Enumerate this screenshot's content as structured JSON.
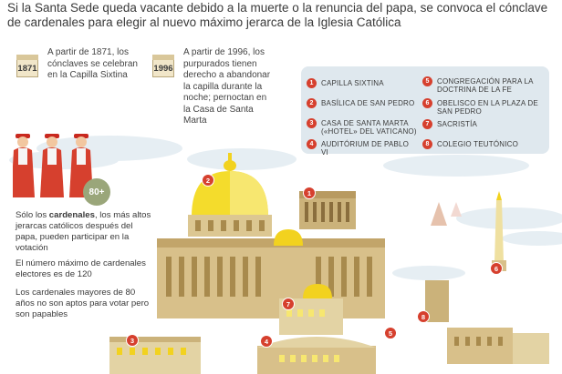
{
  "intro": "Si la Santa Sede queda vacante debido a la muerte o la renuncia del papa, se convoca el cónclave de cardenales para elegir al nuevo máximo jerarca de la Iglesia Católica",
  "timeline": [
    {
      "year": "1871",
      "text": "A partir de 1871, los cónclaves se celebran en la Capilla Sixtina"
    },
    {
      "year": "1996",
      "text": "A partir de 1996, los purpurados tienen derecho a abandonar la capilla durante la noche; pernoctan en la Casa de Santa Marta"
    }
  ],
  "legend": [
    {
      "num": "1",
      "label": "Capilla Sixtina"
    },
    {
      "num": "2",
      "label": "Basílica de San Pedro"
    },
    {
      "num": "3",
      "label": "Casa de Santa Marta («Hotel» del Vaticano)"
    },
    {
      "num": "4",
      "label": "Auditórium de Pablo VI"
    },
    {
      "num": "5",
      "label": "Congregación para la Doctrina de la Fe"
    },
    {
      "num": "6",
      "label": "Obelisco en la plaza de San Pedro"
    },
    {
      "num": "7",
      "label": "Sacristía"
    },
    {
      "num": "8",
      "label": "Colegio Teutónico"
    }
  ],
  "badge": "80+",
  "cardinals_text_pre": "Sólo los ",
  "cardinals_text_bold": "cardenales",
  "cardinals_text_post": ", los más altos jerarcas católicos después del papa, pueden participar en la votación",
  "max_text": "El número máximo de cardenales electores es de 120",
  "age_text": "Los cardenales mayores de 80 años no son aptos para votar pero son papables",
  "colors": {
    "accent": "#d6402e",
    "stone": "#d8c08a",
    "gold": "#f2d21f",
    "legend_bg": "#dfe8ee"
  }
}
